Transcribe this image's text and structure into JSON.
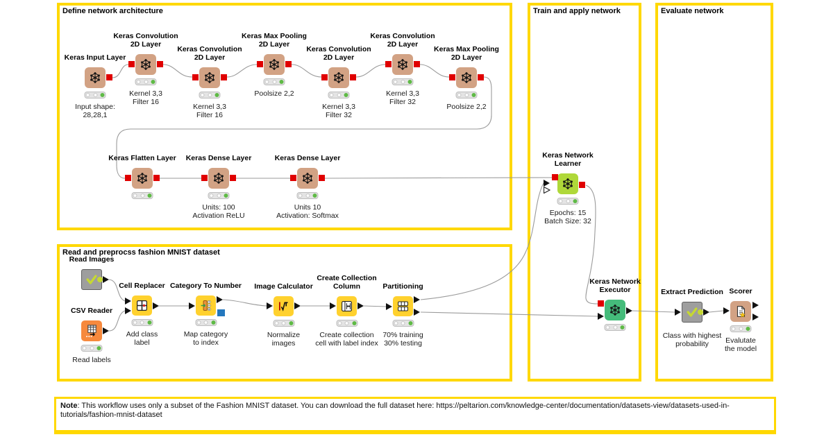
{
  "colors": {
    "annotation-yellow": "#FFD800",
    "wire-gray": "#9a9a9a",
    "keras-tan": "#D2A284",
    "learner-lime": "#AFD839",
    "executor-green": "#45BC7B",
    "node-yellow": "#FFD12E",
    "reader-orange": "#F6893D",
    "component-gray": "#9E9E9E",
    "port-red": "#E00000",
    "port-blue": "#2478BE",
    "status-green": "#5FBA46",
    "check-lime": "#C6D832"
  },
  "annotations": {
    "define": {
      "title": "Define network architecture"
    },
    "train": {
      "title": "Train and apply network"
    },
    "evaluate": {
      "title": "Evaluate network"
    },
    "read": {
      "title": "Read and preprocss fashion MNIST dataset"
    },
    "note": {
      "label": "Note",
      "text": ": This workflow uses only a subset of the Fashion MNIST dataset. You can download the full dataset here: https://peltarion.com/knowledge-center/documentation/datasets-view/datasets-used-in-tutorials/fashion-mnist-dataset"
    }
  },
  "nodes": {
    "input": {
      "title": "Keras Input Layer",
      "sub": "Input shape:\n28,28,1"
    },
    "conv1": {
      "title": "Keras Convolution\n2D Layer",
      "sub": "Kernel 3,3\nFilter 16"
    },
    "conv2": {
      "title": "Keras Convolution\n2D Layer",
      "sub": "Kernel 3,3\nFilter 16"
    },
    "pool1": {
      "title": "Keras Max Pooling\n2D Layer",
      "sub": "Poolsize 2,2"
    },
    "conv3": {
      "title": "Keras Convolution\n2D Layer",
      "sub": "Kernel 3,3\nFilter 32"
    },
    "conv4": {
      "title": "Keras Convolution\n2D Layer",
      "sub": "Kernel 3,3\nFilter 32"
    },
    "pool2": {
      "title": "Keras Max Pooling\n2D Layer",
      "sub": "Poolsize 2,2"
    },
    "flatten": {
      "title": "Keras Flatten Layer"
    },
    "dense1": {
      "title": "Keras Dense Layer",
      "sub": "Units: 100\nActivation ReLU"
    },
    "dense2": {
      "title": "Keras Dense Layer",
      "sub": "Units 10\nActivation: Softmax"
    },
    "learner": {
      "title": "Keras Network\nLearner",
      "sub": "Epochs: 15\nBatch Size: 32"
    },
    "executor": {
      "title": "Keras Network\nExecutor"
    },
    "readImages": {
      "title": "Read Images"
    },
    "csvReader": {
      "title": "CSV Reader",
      "sub": "Read labels"
    },
    "cellReplacer": {
      "title": "Cell Replacer",
      "sub": "Add class\nlabel"
    },
    "catToNum": {
      "title": "Category To Number",
      "sub": "Map category\nto index"
    },
    "imageCalc": {
      "title": "Image Calculator",
      "sub": "Normalize\nimages"
    },
    "createColl": {
      "title": "Create Collection\nColumn",
      "sub": "Create collection\ncell with label index"
    },
    "partitioning": {
      "title": "Partitioning",
      "sub": "70% training\n30% testing"
    },
    "extractPred": {
      "title": "Extract Prediction",
      "sub": "Class with highest\nprobability"
    },
    "scorer": {
      "title": "Scorer",
      "sub": "Evalutate\nthe model"
    }
  }
}
